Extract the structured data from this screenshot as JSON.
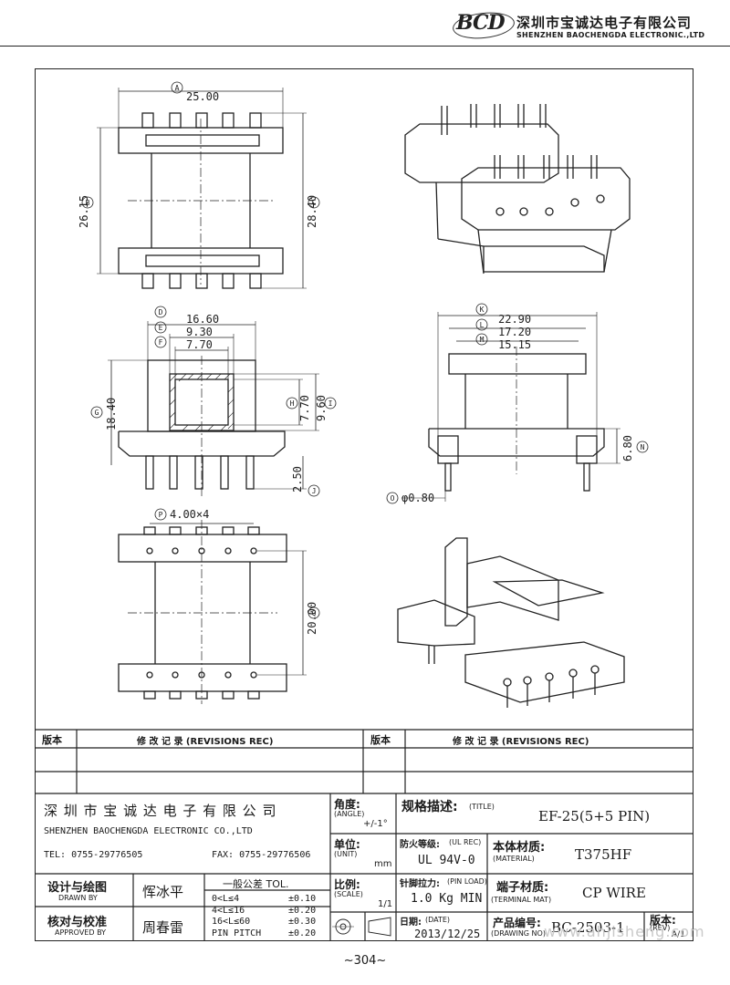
{
  "header": {
    "logo_text": "BCD",
    "company_cn": "深圳市宝诚达电子有限公司",
    "company_en": "SHENZHEN BAOCHENGDA ELECTRONIC.,LTD"
  },
  "dims": {
    "a": "25.00",
    "b": "26.15",
    "c": "28.40",
    "d": "16.60",
    "e": "9.30",
    "f": "7.70",
    "g": "18.40",
    "h": "7.70",
    "i": "9.60",
    "j": "2.50",
    "k": "22.90",
    "l": "17.20",
    "m": "15.15",
    "n": "6.80",
    "o": "φ0.80",
    "p": "4.00×4",
    "q": "20.00"
  },
  "balloons": {
    "a": "A",
    "b": "B",
    "c": "C",
    "d": "D",
    "e": "E",
    "f": "F",
    "g": "G",
    "h": "H",
    "i": "I",
    "j": "J",
    "k": "K",
    "l": "L",
    "m": "M",
    "n": "N",
    "o": "O",
    "p": "P",
    "q": "Q"
  },
  "revisions": {
    "col_ver": "版本",
    "col_rec": "修 改 记 录  (REVISIONS REC)"
  },
  "title_block": {
    "company_cn": "深 圳 市 宝 诚 达 电 子 有 限 公 司",
    "company_en": "SHENZHEN BAOCHENGDA ELECTRONIC CO.,LTD",
    "tel": "TEL: 0755-29776505",
    "fax": "FAX: 0755-29776506",
    "angle_label": "角度:",
    "angle_en": "(ANGLE)",
    "angle_value": "+/-1°",
    "unit_label": "单位:",
    "unit_en": "(UNIT)",
    "unit_value": "mm",
    "scale_label": "比例:",
    "scale_en": "(SCALE)",
    "scale_value": "1/1",
    "title_label": "规格描述:",
    "title_en": "(TITLE)",
    "title_value": "EF-25(5+5 PIN)",
    "ul_label": "防火等级:",
    "ul_en": "(UL REC)",
    "ul_value": "UL 94V-0",
    "material_label": "本体材质:",
    "material_en": "(MATERIAL)",
    "material_value": "T375HF",
    "pinload_label": "针脚拉力:",
    "pinload_en": "(PIN LOAD)",
    "pinload_value": "1.0 Kg MIN",
    "terminal_label": "端子材质:",
    "terminal_en": "(TERMINAL MAT)",
    "terminal_value": "CP WIRE",
    "date_label": "日期:",
    "date_en": "(DATE)",
    "date_value": "2013/12/25",
    "drawno_label": "产品编号:",
    "drawno_en": "(DRAWING NO)",
    "drawno_value": "BC-2503-1",
    "rev_label": "版本:",
    "rev_en": "(REV)",
    "rev_value": "A/1",
    "drawn_label": "设计与绘图",
    "drawn_en": "DRAWN BY",
    "drawn_value": "恽冰平",
    "approved_label": "核对与校准",
    "approved_en": "APPROVED BY",
    "approved_value": "周春雷",
    "tol_title": "一般公差 TOL.",
    "tol_rows": [
      {
        "range": "0<L≤4",
        "value": "±0.10"
      },
      {
        "range": "4<L≤16",
        "value": "±0.20"
      },
      {
        "range": "16<L≤60",
        "value": "±0.30"
      },
      {
        "range": "PIN PITCH",
        "value": "±0.20"
      }
    ]
  },
  "watermark": "www.ahjisheng.com",
  "page_number": "~304~"
}
